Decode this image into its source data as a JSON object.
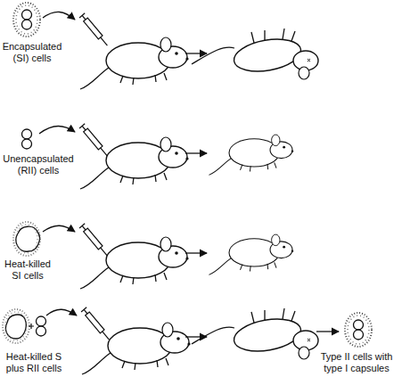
{
  "diagram": {
    "labels": [
      "Encapsulated (SI) cells",
      "Unencapsulated (RII) cells",
      "Heat-killed SI cells",
      "Heat-killed S plus RII cells",
      "Type II cells with type I capsules"
    ]
  }
}
